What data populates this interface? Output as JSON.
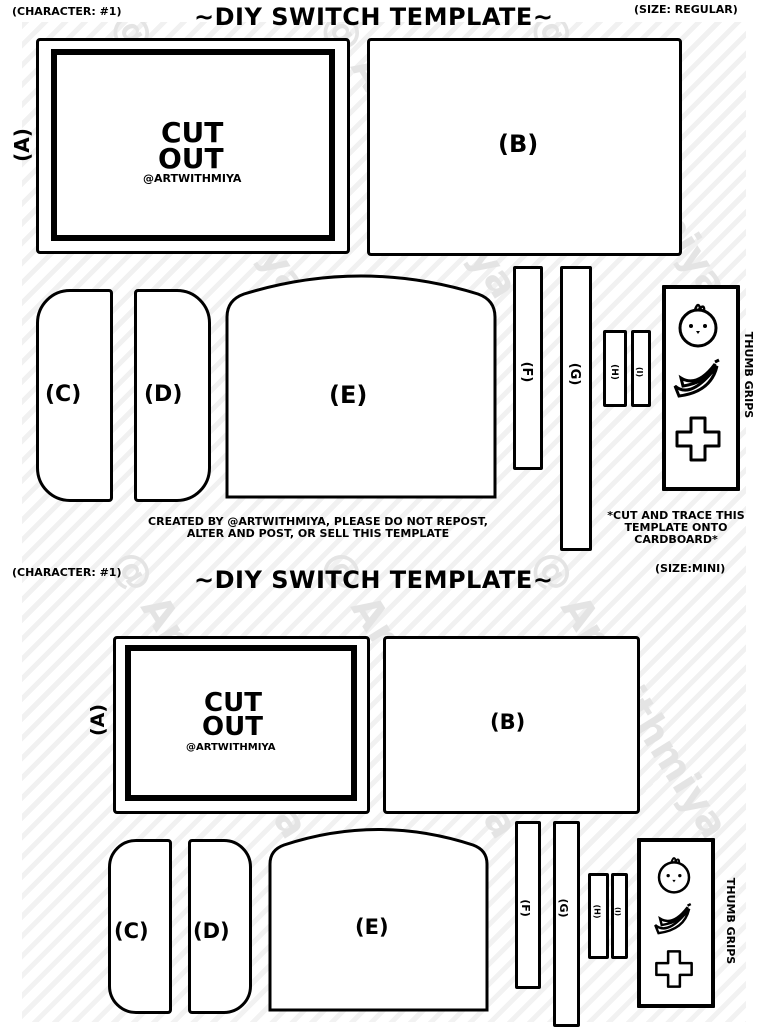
{
  "watermark": "@ Artwithmiya",
  "regular": {
    "character": "(CHARACTER: #1)",
    "title": "~DIY SWITCH TEMPLATE~",
    "size": "(SIZE: REGULAR)",
    "label_a": "(A)",
    "cut_line1": "CUT",
    "cut_line2": "OUT",
    "handle": "@ARTWITHMIYA",
    "label_b": "(B)",
    "label_c": "(C)",
    "label_d": "(D)",
    "label_e": "(E)",
    "label_f": "(F)",
    "label_g": "(G)",
    "label_h": "(H)",
    "label_i": "(I)",
    "thumb_grips": "THUMB GRIPS",
    "credit_line1": "CREATED BY @ARTWITHMIYA, PLEASE DO NOT REPOST,",
    "credit_line2": "ALTER AND POST, OR SELL THIS TEMPLATE",
    "trace_line1": "*CUT AND TRACE THIS",
    "trace_line2": "TEMPLATE ONTO",
    "trace_line3": "CARDBOARD*"
  },
  "mini": {
    "character": "(CHARACTER: #1)",
    "title": "~DIY SWITCH TEMPLATE~",
    "size": "(SIZE:MINI)",
    "label_a": "(A)",
    "cut_line1": "CUT",
    "cut_line2": "OUT",
    "handle": "@ARTWITHMIYA",
    "label_b": "(B)",
    "label_c": "(C)",
    "label_d": "(D)",
    "label_e": "(E)",
    "label_f": "(F)",
    "label_g": "(G)",
    "label_h": "(H)",
    "label_i": "(I)",
    "thumb_grips": "THUMB GRIPS"
  },
  "icons": [
    "chick-icon",
    "banana-icon",
    "dpad-icon"
  ]
}
